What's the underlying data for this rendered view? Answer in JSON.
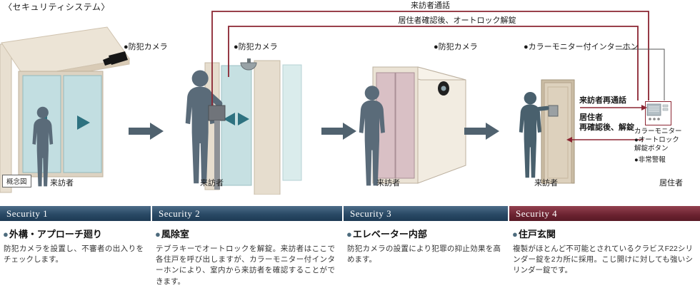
{
  "title": "〈セキュリティシステム〉",
  "legend": "概念図",
  "top_flows": {
    "visitor_call": "来訪者通話",
    "auto_unlock": "居住者確認後、オートロック解錠"
  },
  "scene1": {
    "camera_label": "●防犯カメラ",
    "visitor_label": "来訪者"
  },
  "scene2": {
    "camera_label": "●防犯カメラ",
    "visitor_label": "来訪者"
  },
  "scene3": {
    "camera_label": "●防犯カメラ",
    "visitor_label": "来訪者"
  },
  "scene4": {
    "device_label": "●カラーモニター付インターホン",
    "visitor_label": "来訪者",
    "resident_label": "居住者",
    "recall_label": "来訪者再通話",
    "reconfirm_label": "居住者\n再確認後、解錠",
    "monitor_label": "カラーモニター",
    "unlock_label": "●オートロック\n解錠ボタン",
    "alarm_label": "●非常警報"
  },
  "sections": [
    {
      "header": "Security 1",
      "bullet": "●",
      "name": "外構・アプローチ廻り",
      "body": "防犯カメラを設置し、不審者の出入りをチェックします。"
    },
    {
      "header": "Security 2",
      "bullet": "●",
      "name": "風除室",
      "body": "テブラキーでオートロックを解錠。来訪者はここで各住戸を呼び出しますが、カラーモニター付インターホンにより、室内から来訪者を確認することができます。"
    },
    {
      "header": "Security 3",
      "bullet": "●",
      "name": "エレベーター内部",
      "body": "防犯カメラの設置により犯罪の抑止効果を高めます。"
    },
    {
      "header": "Security 4",
      "bullet": "●",
      "name": "住戸玄関",
      "body": "複製がほとんど不可能とされているクラビスF22シリンダー錠を2カ所に採用。こじ開けに対しても強いシリンダー錠です。"
    }
  ],
  "colors": {
    "flow_red": "#8b2532",
    "bar_navy": "#2a4a66",
    "bar_maroon": "#6b2230",
    "door_teal": "#c2dee1",
    "accent_teal": "#2e7280"
  }
}
